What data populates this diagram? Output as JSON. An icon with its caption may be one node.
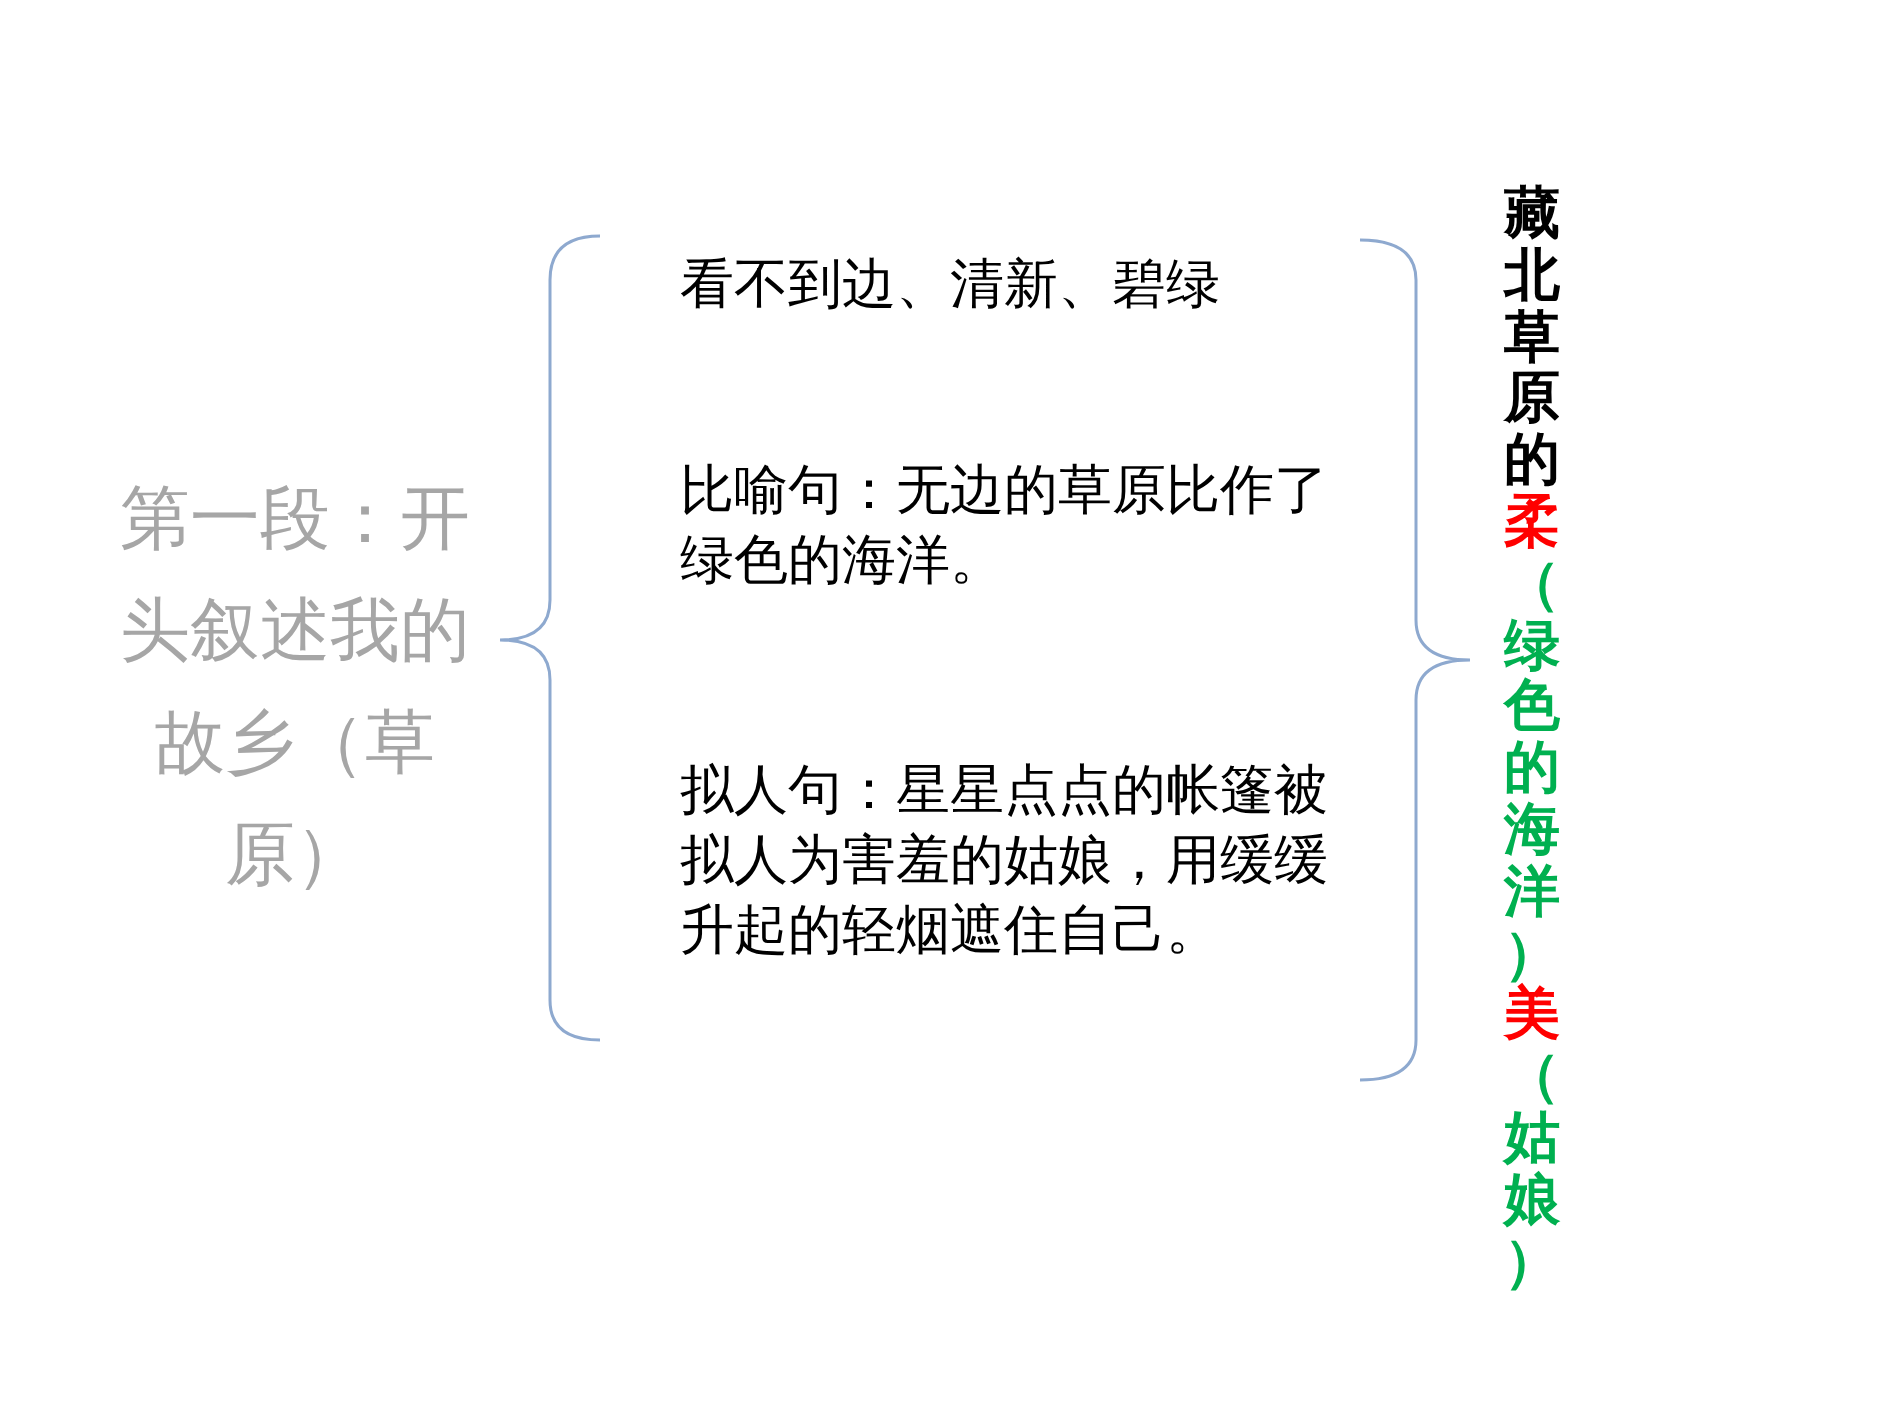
{
  "diagram": {
    "labels": [
      "第一段：开头叙述我的故乡（草原）",
      "看不到边、清新、碧绿",
      "比喻句：无边的草原比作了绿色的海洋。",
      "拟人句：星星点点的帐篷被拟人为害羞的姑娘，用缓缓升起的轻烟遮住自己。",
      "藏北草原的",
      "柔",
      "（绿色的海洋）",
      "美",
      "（姑娘）"
    ]
  }
}
